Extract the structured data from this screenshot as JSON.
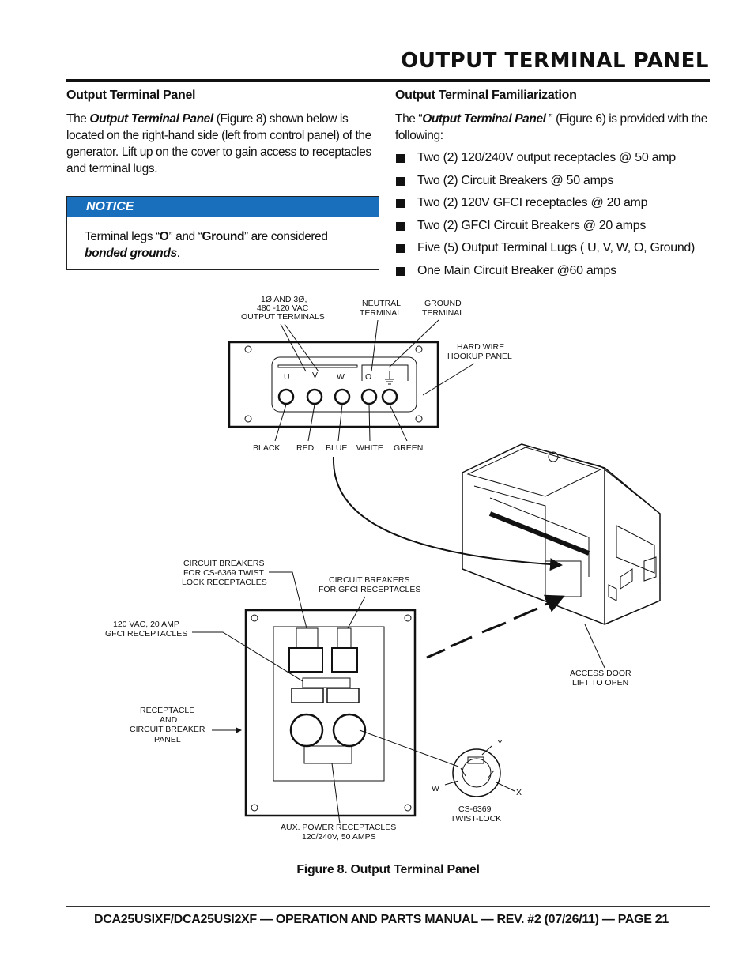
{
  "header": {
    "title": "OUTPUT TERMINAL PANEL"
  },
  "left": {
    "heading": "Output Terminal Panel",
    "p_pre": "The ",
    "p_em": "Output Terminal Panel",
    "p_post": " (Figure 8) shown below is located on the right-hand side (left from control panel) of the generator. Lift up on the cover to gain access to receptacles and terminal lugs.",
    "notice": {
      "label": "NOTICE",
      "t1": "Terminal legs “",
      "b1": "O",
      "t2": "” and “",
      "b2": "Ground",
      "t3": "” are considered ",
      "bi": "bonded grounds",
      "t4": "."
    }
  },
  "right": {
    "heading": "Output Terminal Familiarization",
    "p_pre": "The “",
    "p_em": "Output Terminal Panel",
    "p_post": " ” (Figure 6) is provided with the following:",
    "items": [
      "Two (2) 120/240V output receptacles @ 50 amp",
      "Two (2) Circuit Breakers @ 50 amps",
      "Two (2) 120V GFCI receptacles @ 20 amp",
      "Two (2) GFCI Circuit Breakers @ 20 amps",
      "Five (5) Output Terminal Lugs ( U, V, W, O, Ground)",
      "One Main Circuit Breaker @60 amps"
    ]
  },
  "figure": {
    "caption": "Figure 8. Output Terminal Panel",
    "labels": {
      "terminals_1": "1Ø AND 3Ø,",
      "terminals_2": "480 -120 VAC",
      "terminals_3": "OUTPUT TERMINALS",
      "neutral_1": "NEUTRAL",
      "neutral_2": "TERMINAL",
      "ground_1": "GROUND",
      "ground_2": "TERMINAL",
      "hardwire_1": "HARD WIRE",
      "hardwire_2": "HOOKUP PANEL",
      "u": "U",
      "v": "V",
      "w": "W",
      "o": "O",
      "black": "BLACK",
      "red": "RED",
      "blue": "BLUE",
      "white": "WHITE",
      "green": "GREEN",
      "cb_twist_1": "CIRCUIT BREAKERS",
      "cb_twist_2": "FOR CS-6369 TWIST",
      "cb_twist_3": "LOCK RECEPTACLES",
      "cb_gfci_1": "CIRCUIT BREAKERS",
      "cb_gfci_2": "FOR GFCI RECEPTACLES",
      "gfci_1": "120 VAC, 20 AMP",
      "gfci_2": "GFCI RECEPTACLES",
      "rcp_1": "RECEPTACLE",
      "rcp_2": "AND",
      "rcp_3": "CIRCUIT BREAKER",
      "rcp_4": "PANEL",
      "aux_1": "AUX. POWER RECEPTACLES",
      "aux_2": "120/240V, 50 AMPS",
      "access_1": "ACCESS DOOR",
      "access_2": "LIFT TO OPEN",
      "cs_1": "CS-6369",
      "cs_2": "TWIST-LOCK",
      "y": "Y",
      "w2": "W",
      "x": "X"
    }
  },
  "footer": {
    "text": "DCA25USIXF/DCA25USI2XF — OPERATION AND PARTS MANUAL — REV. #2 (07/26/11) — PAGE 21"
  }
}
